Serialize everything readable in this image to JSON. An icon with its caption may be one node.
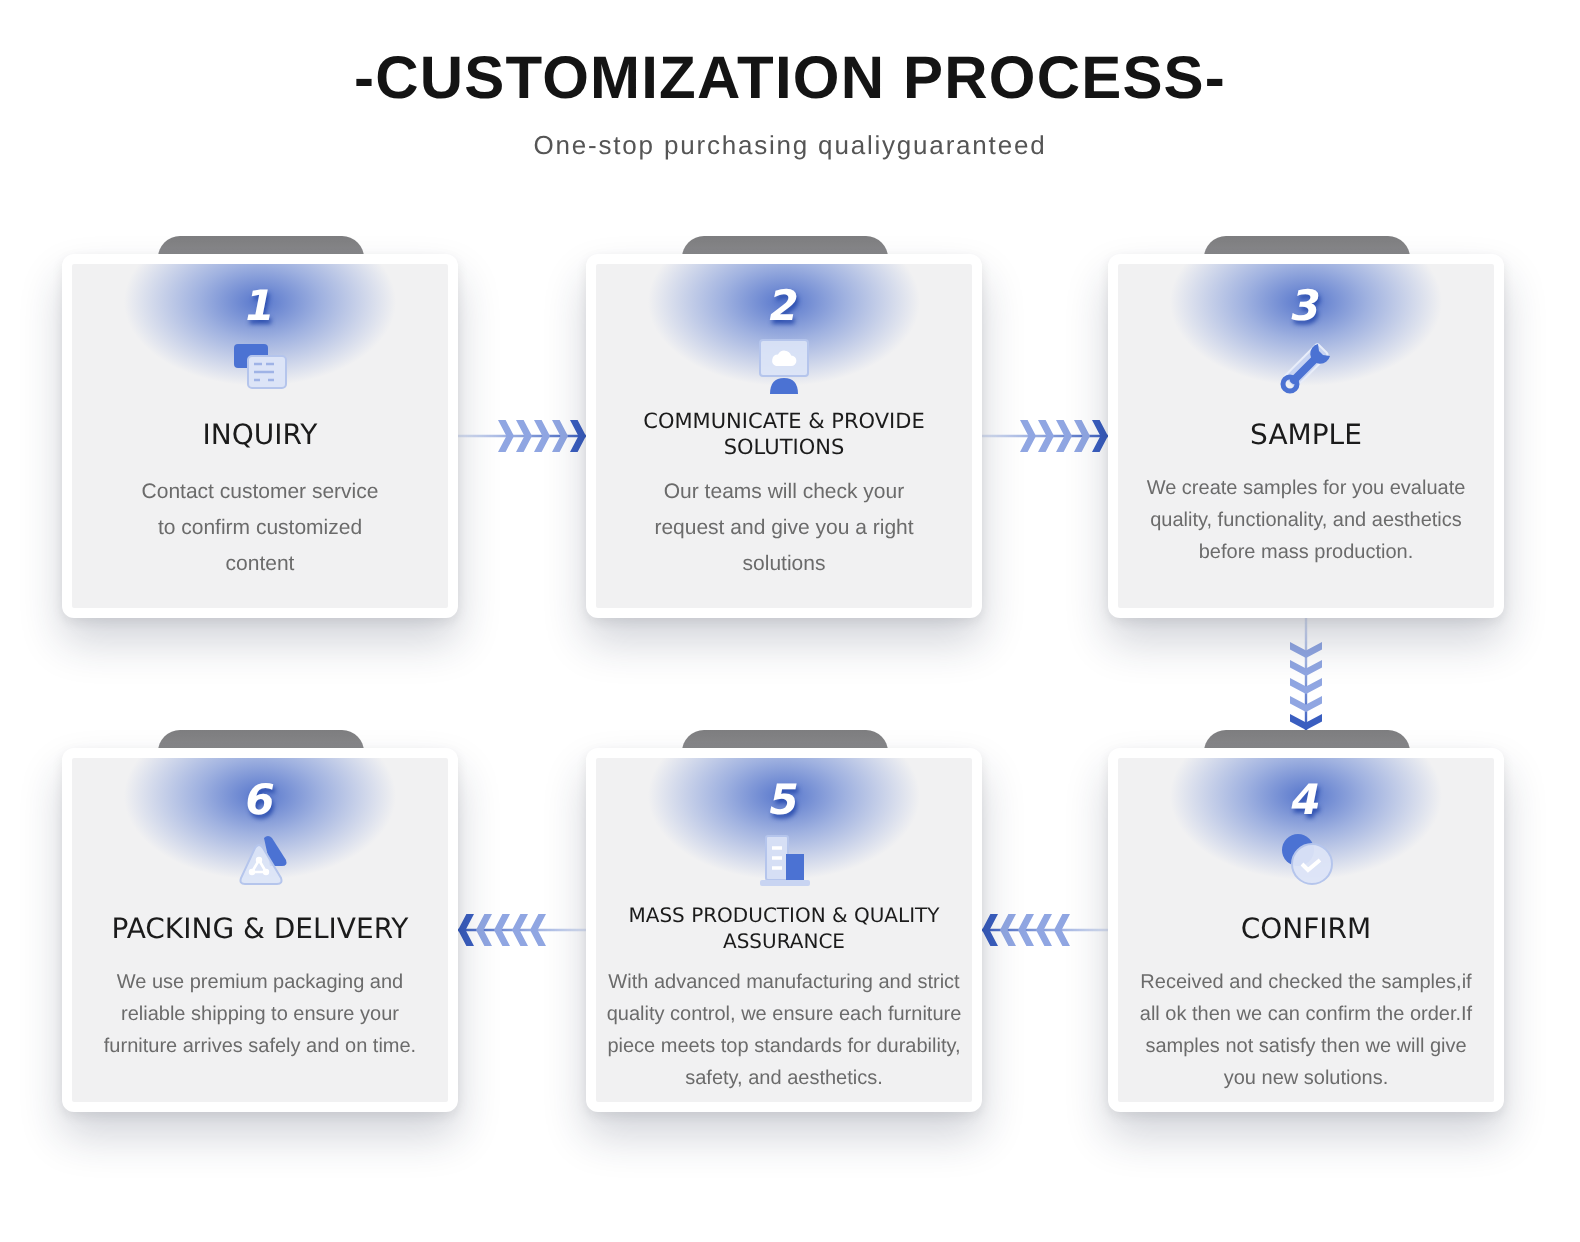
{
  "diagram": {
    "title": "-CUSTOMIZATION PROCESS-",
    "nodes": [
      {
        "text": [
          "1",
          "INQUIRY",
          "Contact customer service to confirm customized content"
        ]
      },
      {
        "text": [
          "2",
          "COMMUNICATE & PROVIDE SOLUTIONS",
          "Our teams will check your request and give you a right solutions"
        ]
      },
      {
        "text": [
          "3",
          "SAMPLE",
          "We create samples for you evaluate quality, functionality, and aesthetics before mass production."
        ]
      },
      {
        "text": [
          "4",
          "CONFIRM",
          "Received and checked the samples,if all ok then we can confirm the order.If samples not satisfy then we will give you new solutions."
        ]
      },
      {
        "text": [
          "5",
          "MASS PRODUCTION & QUALITY ASSURANCE",
          "With advanced manufacturing and strict quality control, we ensure each furniture piece meets top standards for durability, safety, and aesthetics."
        ]
      },
      {
        "text": [
          "6",
          "PACKING & DELIVERY",
          "We use premium packaging and reliable shipping to ensure your furniture arrives safely and on time."
        ]
      }
    ],
    "edges": [
      {
        "from": 0,
        "to": 1,
        "arrow": "to"
      },
      {
        "from": 1,
        "to": 2,
        "arrow": "to"
      },
      {
        "from": 2,
        "to": 3,
        "arrow": "to"
      },
      {
        "from": 3,
        "to": 4,
        "arrow": "to"
      },
      {
        "from": 4,
        "to": 5,
        "arrow": "to"
      }
    ],
    "labels": [
      "One-stop purchasing qualiyguaranteed"
    ]
  }
}
